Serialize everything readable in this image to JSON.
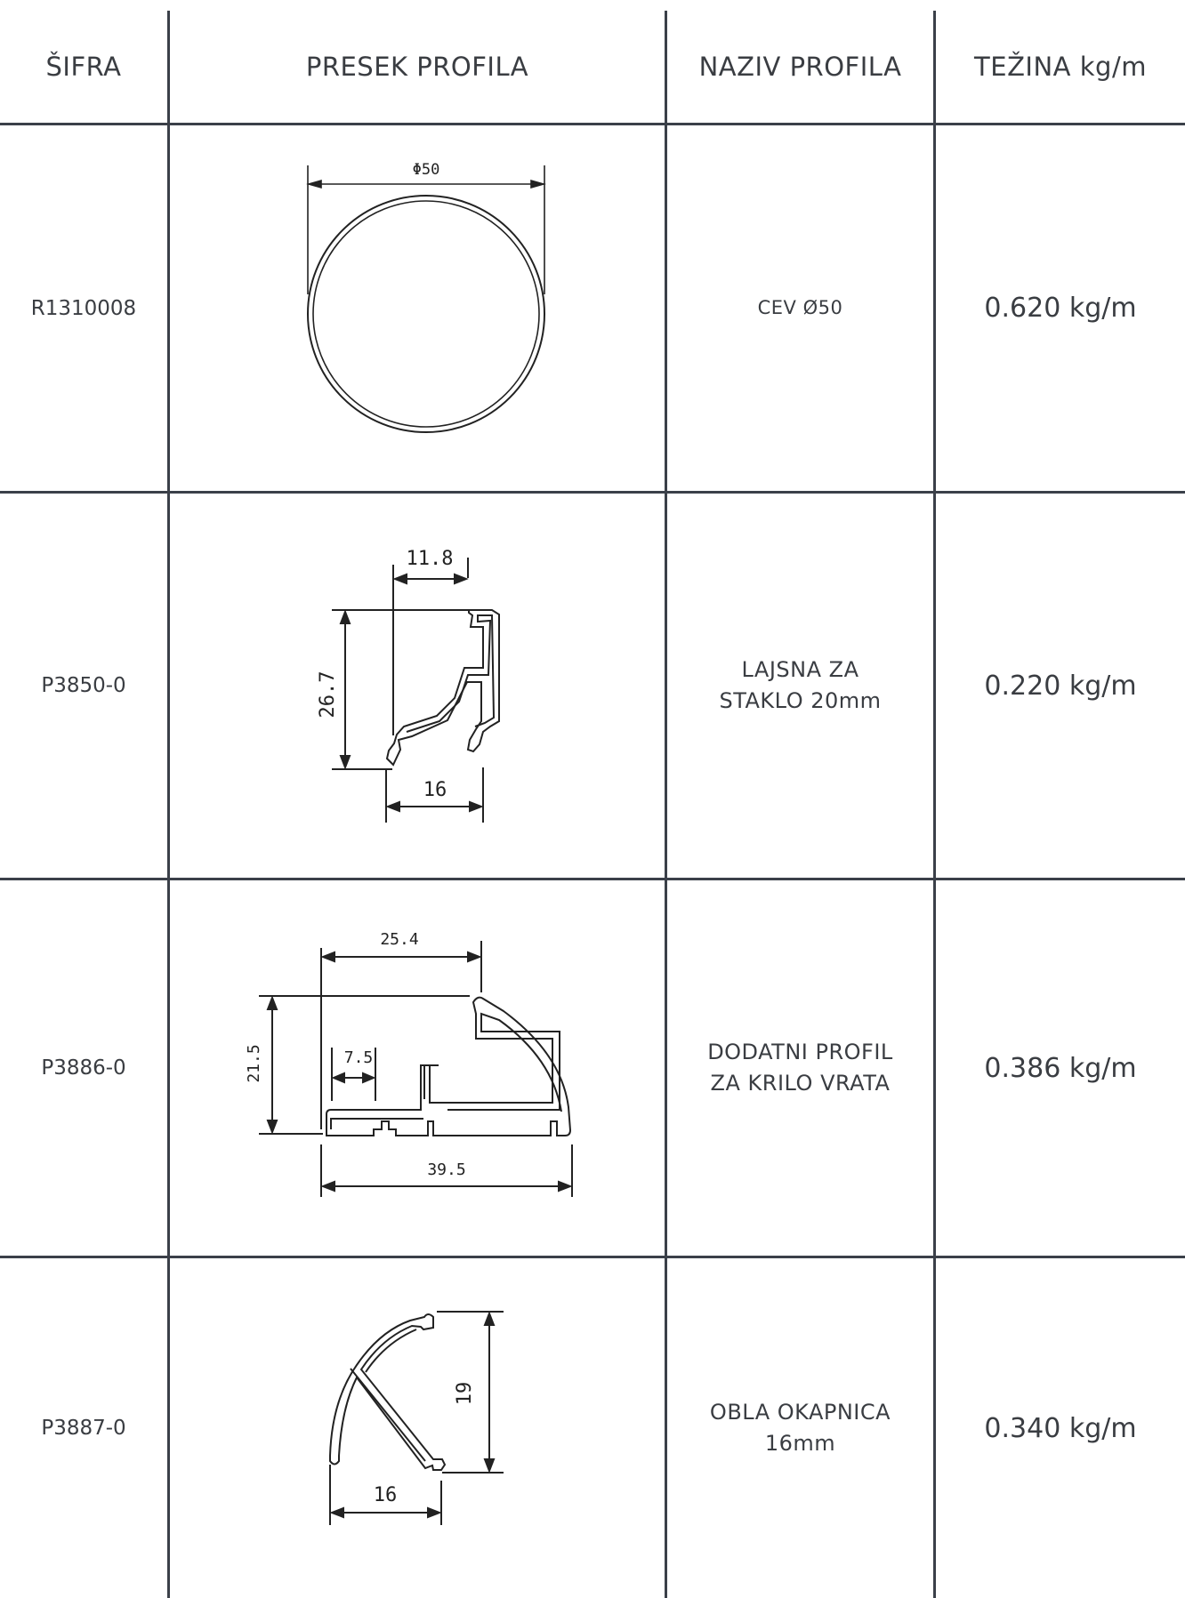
{
  "headers": {
    "code": "ŠIFRA",
    "section": "PRESEK PROFILA",
    "name": "NAZIV PROFILA",
    "weight": "TEŽINA kg/m"
  },
  "rows": [
    {
      "code": "R1310008",
      "name_line1": "CEV Ø50",
      "name_line2": "",
      "weight": "0.620 kg/m",
      "dims": {
        "d1": "Φ50"
      },
      "drawing_icon": "round-tube-section"
    },
    {
      "code": "P3850-0",
      "name_line1": "LAJSNA ZA",
      "name_line2": "STAKLO 20mm",
      "weight": "0.220 kg/m",
      "dims": {
        "d1": "11.8",
        "d2": "26.7",
        "d3": "16"
      },
      "drawing_icon": "glazing-bead-section"
    },
    {
      "code": "P3886-0",
      "name_line1": "DODATNI PROFIL",
      "name_line2": "ZA KRILO VRATA",
      "weight": "0.386 kg/m",
      "dims": {
        "d1": "25.4",
        "d2": "21.5",
        "d3": "7.5",
        "d4": "39.5"
      },
      "drawing_icon": "door-sash-profile-section"
    },
    {
      "code": "P3887-0",
      "name_line1": "OBLA OKAPNICA",
      "name_line2": "16mm",
      "weight": "0.340 kg/m",
      "dims": {
        "d1": "19",
        "d2": "16"
      },
      "drawing_icon": "drip-cap-section"
    }
  ]
}
